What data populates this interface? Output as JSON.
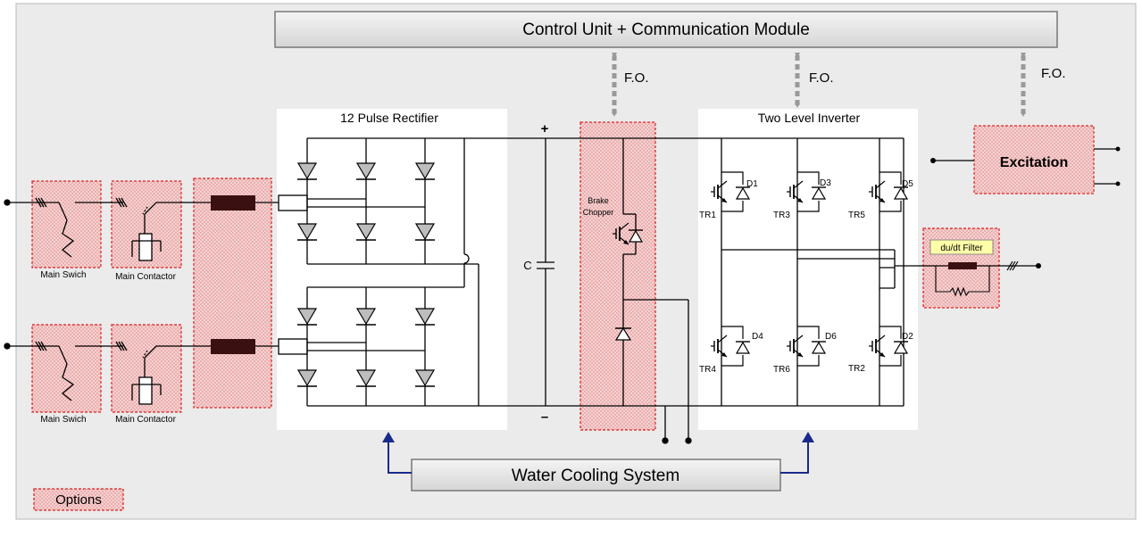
{
  "title_bar": {
    "label": "Control Unit  + Communication Module"
  },
  "fiber_optic_labels": [
    "F.O.",
    "F.O.",
    "F.O."
  ],
  "rectifier": {
    "label": "12 Pulse Rectifier"
  },
  "dc_link": {
    "capacitor_label": "C",
    "plus_label": "+",
    "minus_label": "–"
  },
  "brake_chopper": {
    "label_line1": "Brake",
    "label_line2": "Chopper"
  },
  "inverter": {
    "label": "Two Level Inverter",
    "transistors": [
      "TR1",
      "TR3",
      "TR5",
      "TR4",
      "TR6",
      "TR2"
    ],
    "diodes": [
      "D1",
      "D3",
      "D5",
      "D4",
      "D6",
      "D2"
    ]
  },
  "excitation": {
    "label": "Excitation"
  },
  "dudt_filter": {
    "label": "du/dt Filter"
  },
  "switchgear": {
    "top": {
      "switch_label": "Main Swich",
      "contactor_label": "Main Contactor"
    },
    "bottom": {
      "switch_label": "Main Swich",
      "contactor_label": "Main Contactor"
    }
  },
  "cooling": {
    "label": "Water Cooling System"
  },
  "legend": {
    "options_label": "Options"
  },
  "colors": {
    "panel_bg": "#ebebeb",
    "option_fill": "#f2c6c6",
    "option_border": "#dd2222",
    "bar_fill": "#e2e2e2",
    "fo_arrow": "#999999",
    "cooling_arrow": "#1a2a8a",
    "inductor": "#3a1010"
  }
}
